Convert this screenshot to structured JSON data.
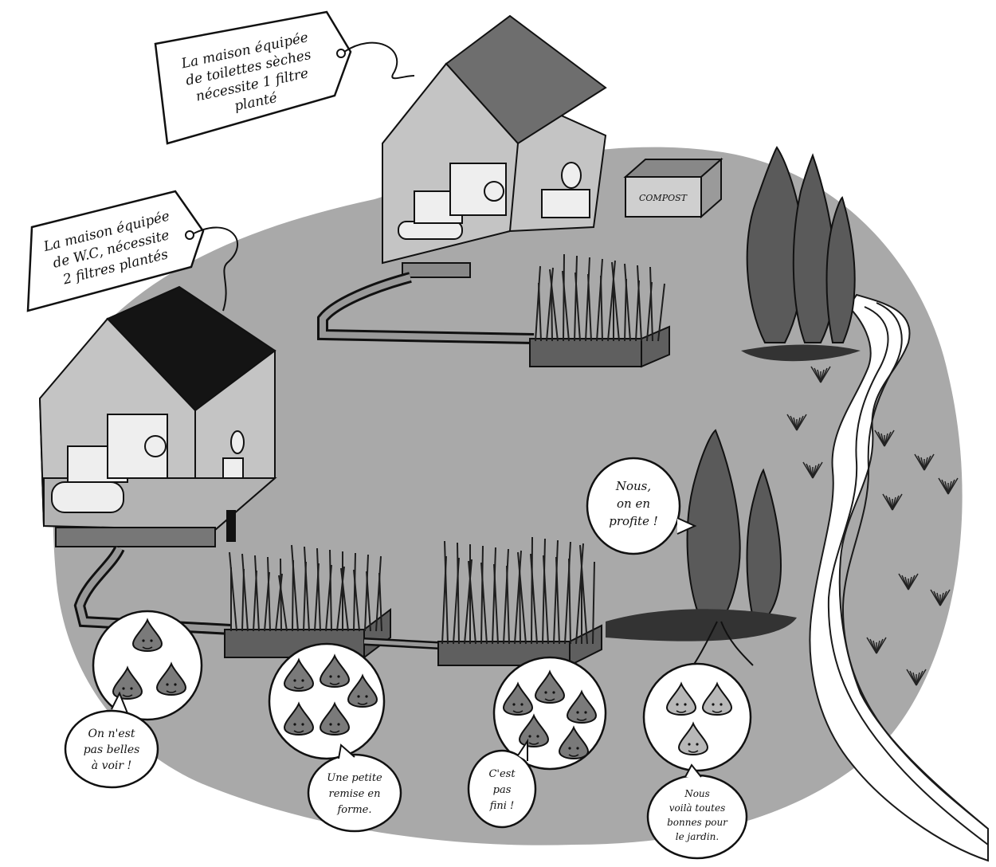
{
  "colors": {
    "ground": "#a9a9a9",
    "house_wall": "#c4c4c4",
    "roof_dark": "#141414",
    "roof_mid": "#6e6e6e",
    "filter_box": "#5f5f5f",
    "reeds": "#1e1e1e",
    "trees": "#5a5a5a",
    "drops_dirty": "#7a7a7a",
    "drops_clean": "#b8b8b8",
    "river_edge": "#1a1a1a"
  },
  "labels": {
    "dry_toilet_house_tag": [
      "La maison équipée",
      "de toilettes sèches",
      "nécessite 1 filtre",
      "planté"
    ],
    "wc_house_tag": [
      "La maison équipée",
      "de W.C, nécessite",
      "2 filtres plantés"
    ],
    "compost_sign": "COMPOST"
  },
  "bubbles": {
    "stage1": [
      "On n'est",
      "pas belles",
      "à voir !"
    ],
    "stage2": [
      "Une petite",
      "remise en",
      "forme."
    ],
    "stage3": [
      "C'est",
      "pas",
      "fini !"
    ],
    "stage4": [
      "Nous",
      "voilà toutes",
      "bonnes pour",
      "le jardin."
    ],
    "trees": [
      "Nous,",
      "on en",
      "profite !"
    ]
  },
  "icons": {
    "tag_icon": "price-tag-icon",
    "toilet_icon": "toilet-icon",
    "bathtub_icon": "bathtub-icon",
    "washer_icon": "washing-machine-icon",
    "drop_icon": "water-drop-icon"
  }
}
